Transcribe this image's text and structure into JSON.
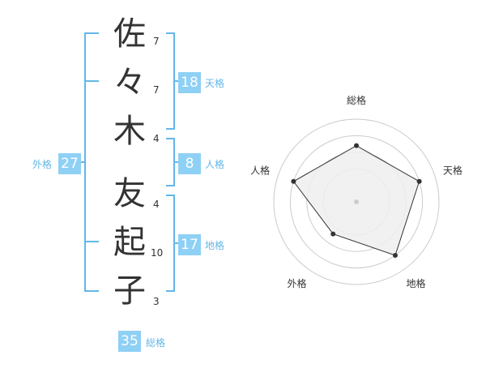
{
  "name_chars": [
    {
      "char": "佐",
      "strokes": "7"
    },
    {
      "char": "々",
      "strokes": "7"
    },
    {
      "char": "木",
      "strokes": "4"
    },
    {
      "char": "友",
      "strokes": "4"
    },
    {
      "char": "起",
      "strokes": "10"
    },
    {
      "char": "子",
      "strokes": "3"
    }
  ],
  "kakusu": {
    "tenkaku": {
      "value": "18",
      "label": "天格"
    },
    "jinkaku": {
      "value": "8",
      "label": "人格"
    },
    "chikaku": {
      "value": "17",
      "label": "地格"
    },
    "gaikaku": {
      "value": "27",
      "label": "外格"
    },
    "soukaku": {
      "value": "35",
      "label": "総格"
    }
  },
  "radar": {
    "axes": [
      "総格",
      "天格",
      "地格",
      "外格",
      "人格"
    ],
    "values": [
      0.68,
      0.8,
      0.8,
      0.48,
      0.8
    ],
    "colors": {
      "grid": "#cccccc",
      "fill": "#eeeeee",
      "line": "#333333",
      "point": "#333333",
      "center": "#cccccc"
    }
  },
  "colors": {
    "bracket": "#63b7e8",
    "badge": "#8fd0f5",
    "badge_label": "#63b7e8"
  }
}
